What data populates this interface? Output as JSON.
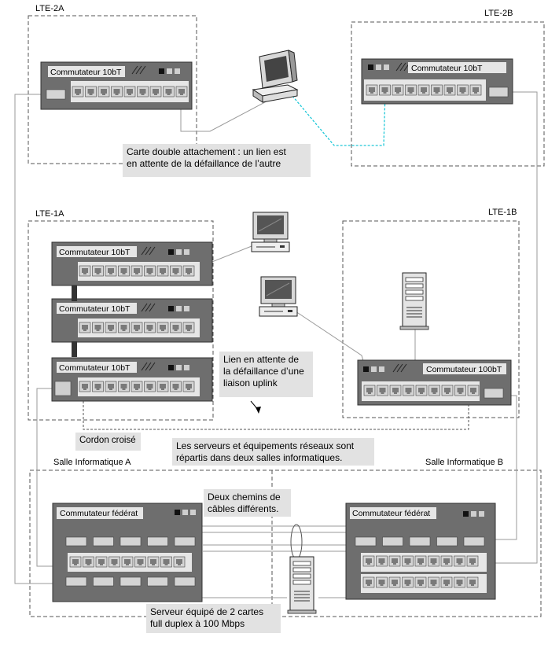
{
  "zones": {
    "lte2a": "LTE-2A",
    "lte2b": "LTE-2B",
    "lte1a": "LTE-1A",
    "lte1b": "LTE-1B",
    "salle_a": "Salle Informatique A",
    "salle_b": "Salle Informatique B"
  },
  "switches": {
    "sw_10bt": "Commutateur 10bT",
    "sw_100bt": "Commutateur 100bT",
    "sw_federal": "Commutateur fédérat"
  },
  "notes": {
    "dual_attach_1": "Carte double attachement : un lien est",
    "dual_attach_2": "en attente de la défaillance de l’autre",
    "standby_1": "Lien en attente de",
    "standby_2": "la défaillance d’une",
    "standby_3": "liaison uplink",
    "crossed": "Cordon croisé",
    "rooms_1": "Les serveurs et équipements réseaux sont",
    "rooms_2": "répartis dans deux salles informatiques.",
    "paths_1": "Deux chemins de",
    "paths_2": "câbles différents.",
    "server_1": "Serveur équipé de 2 cartes",
    "server_2": "full duplex à 100 Mbps"
  },
  "colors": {
    "switch_body": "#6e6e6e",
    "port": "#d4d4d4",
    "note_bg": "#e2e2e2",
    "standby_link": "#20c8d8",
    "cable": "#9a9a9a"
  }
}
